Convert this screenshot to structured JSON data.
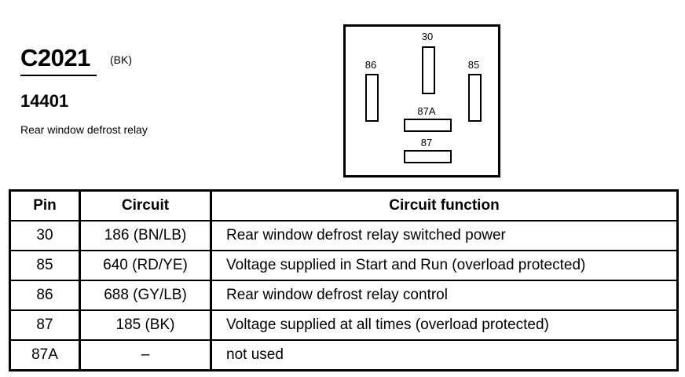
{
  "connector": {
    "id": "C2021",
    "color": "(BK)",
    "part_number": "14401",
    "description": "Rear window defrost relay"
  },
  "relay": {
    "pins": [
      {
        "label": "30",
        "orientation": "vertical"
      },
      {
        "label": "86",
        "orientation": "vertical"
      },
      {
        "label": "85",
        "orientation": "vertical"
      },
      {
        "label": "87A",
        "orientation": "horizontal"
      },
      {
        "label": "87",
        "orientation": "horizontal"
      }
    ]
  },
  "table": {
    "headers": {
      "pin": "Pin",
      "circuit": "Circuit",
      "function": "Circuit function"
    },
    "rows": [
      {
        "pin": "30",
        "circuit": "186 (BN/LB)",
        "function": "Rear window defrost relay switched power"
      },
      {
        "pin": "85",
        "circuit": "640 (RD/YE)",
        "function": "Voltage supplied in Start and Run (overload protected)"
      },
      {
        "pin": "86",
        "circuit": "688 (GY/LB)",
        "function": "Rear window defrost relay control"
      },
      {
        "pin": "87",
        "circuit": "185 (BK)",
        "function": "Voltage supplied at all times (overload protected)"
      },
      {
        "pin": "87A",
        "circuit": "–",
        "function": "not used"
      }
    ]
  }
}
